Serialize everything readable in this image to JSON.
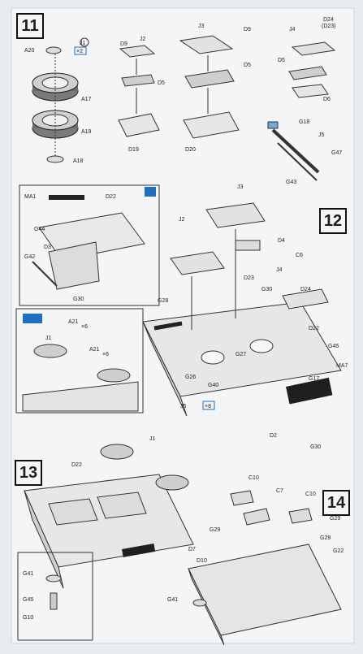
{
  "steps": {
    "s11": "11",
    "s12": "12",
    "s13": "13",
    "s14": "14"
  },
  "callouts": {
    "j1_a": "J1",
    "x2": "×2",
    "j2_a": "J2",
    "j3_a": "J3",
    "j4_a": "J4",
    "j5_a": "J5",
    "j2_b": "J2",
    "j3_b": "J3",
    "j4_b": "J4",
    "j1_b": "J1",
    "j1_c": "J1",
    "j5_b": "J5",
    "x8": "×8",
    "x6_a": "×6",
    "x6_b": "×6"
  },
  "labels": {
    "a20": "A20",
    "a17": "A17",
    "a19": "A19",
    "a18": "A18",
    "d9_a": "D9",
    "d5_a": "D5",
    "d19": "D19",
    "d9_b": "D9",
    "d5_b": "D5",
    "d20": "D20",
    "d24_a": "D24",
    "d23_a": "(D23)",
    "d5_c": "D5",
    "d6": "D6",
    "g18": "G18",
    "g47": "G47",
    "g43": "G43",
    "ma1": "MA1",
    "d22_a": "D22",
    "g44": "G44",
    "d3": "D3",
    "g42": "G42",
    "g30_a": "G30",
    "d4": "D4",
    "c6": "C6",
    "d23_b": "D23",
    "g30_b": "G30",
    "d24_b": "D24",
    "g28": "G28",
    "d22_b": "D22",
    "g45": "G45",
    "ma7": "MA7",
    "g27": "G27",
    "g26": "G26",
    "g40": "G40",
    "g17": "G17",
    "d2": "D2",
    "g30_c": "G30",
    "a21_a": "A21",
    "a21_b": "A21",
    "d22_c": "D22",
    "c10_a": "C10",
    "c7": "C7",
    "c10_b": "C10",
    "g29_a": "G29",
    "g29_b": "G29",
    "g29_c": "G29",
    "d7": "D7",
    "d10": "D10",
    "g22": "G22",
    "g41_a": "G41",
    "g45_b": "G45",
    "g10": "G10",
    "g41_b": "G41"
  },
  "colors": {
    "paper": "#f4f5f6",
    "line": "#2a2a2a",
    "accent": "#1f6fc0",
    "hatch": "#222222"
  }
}
